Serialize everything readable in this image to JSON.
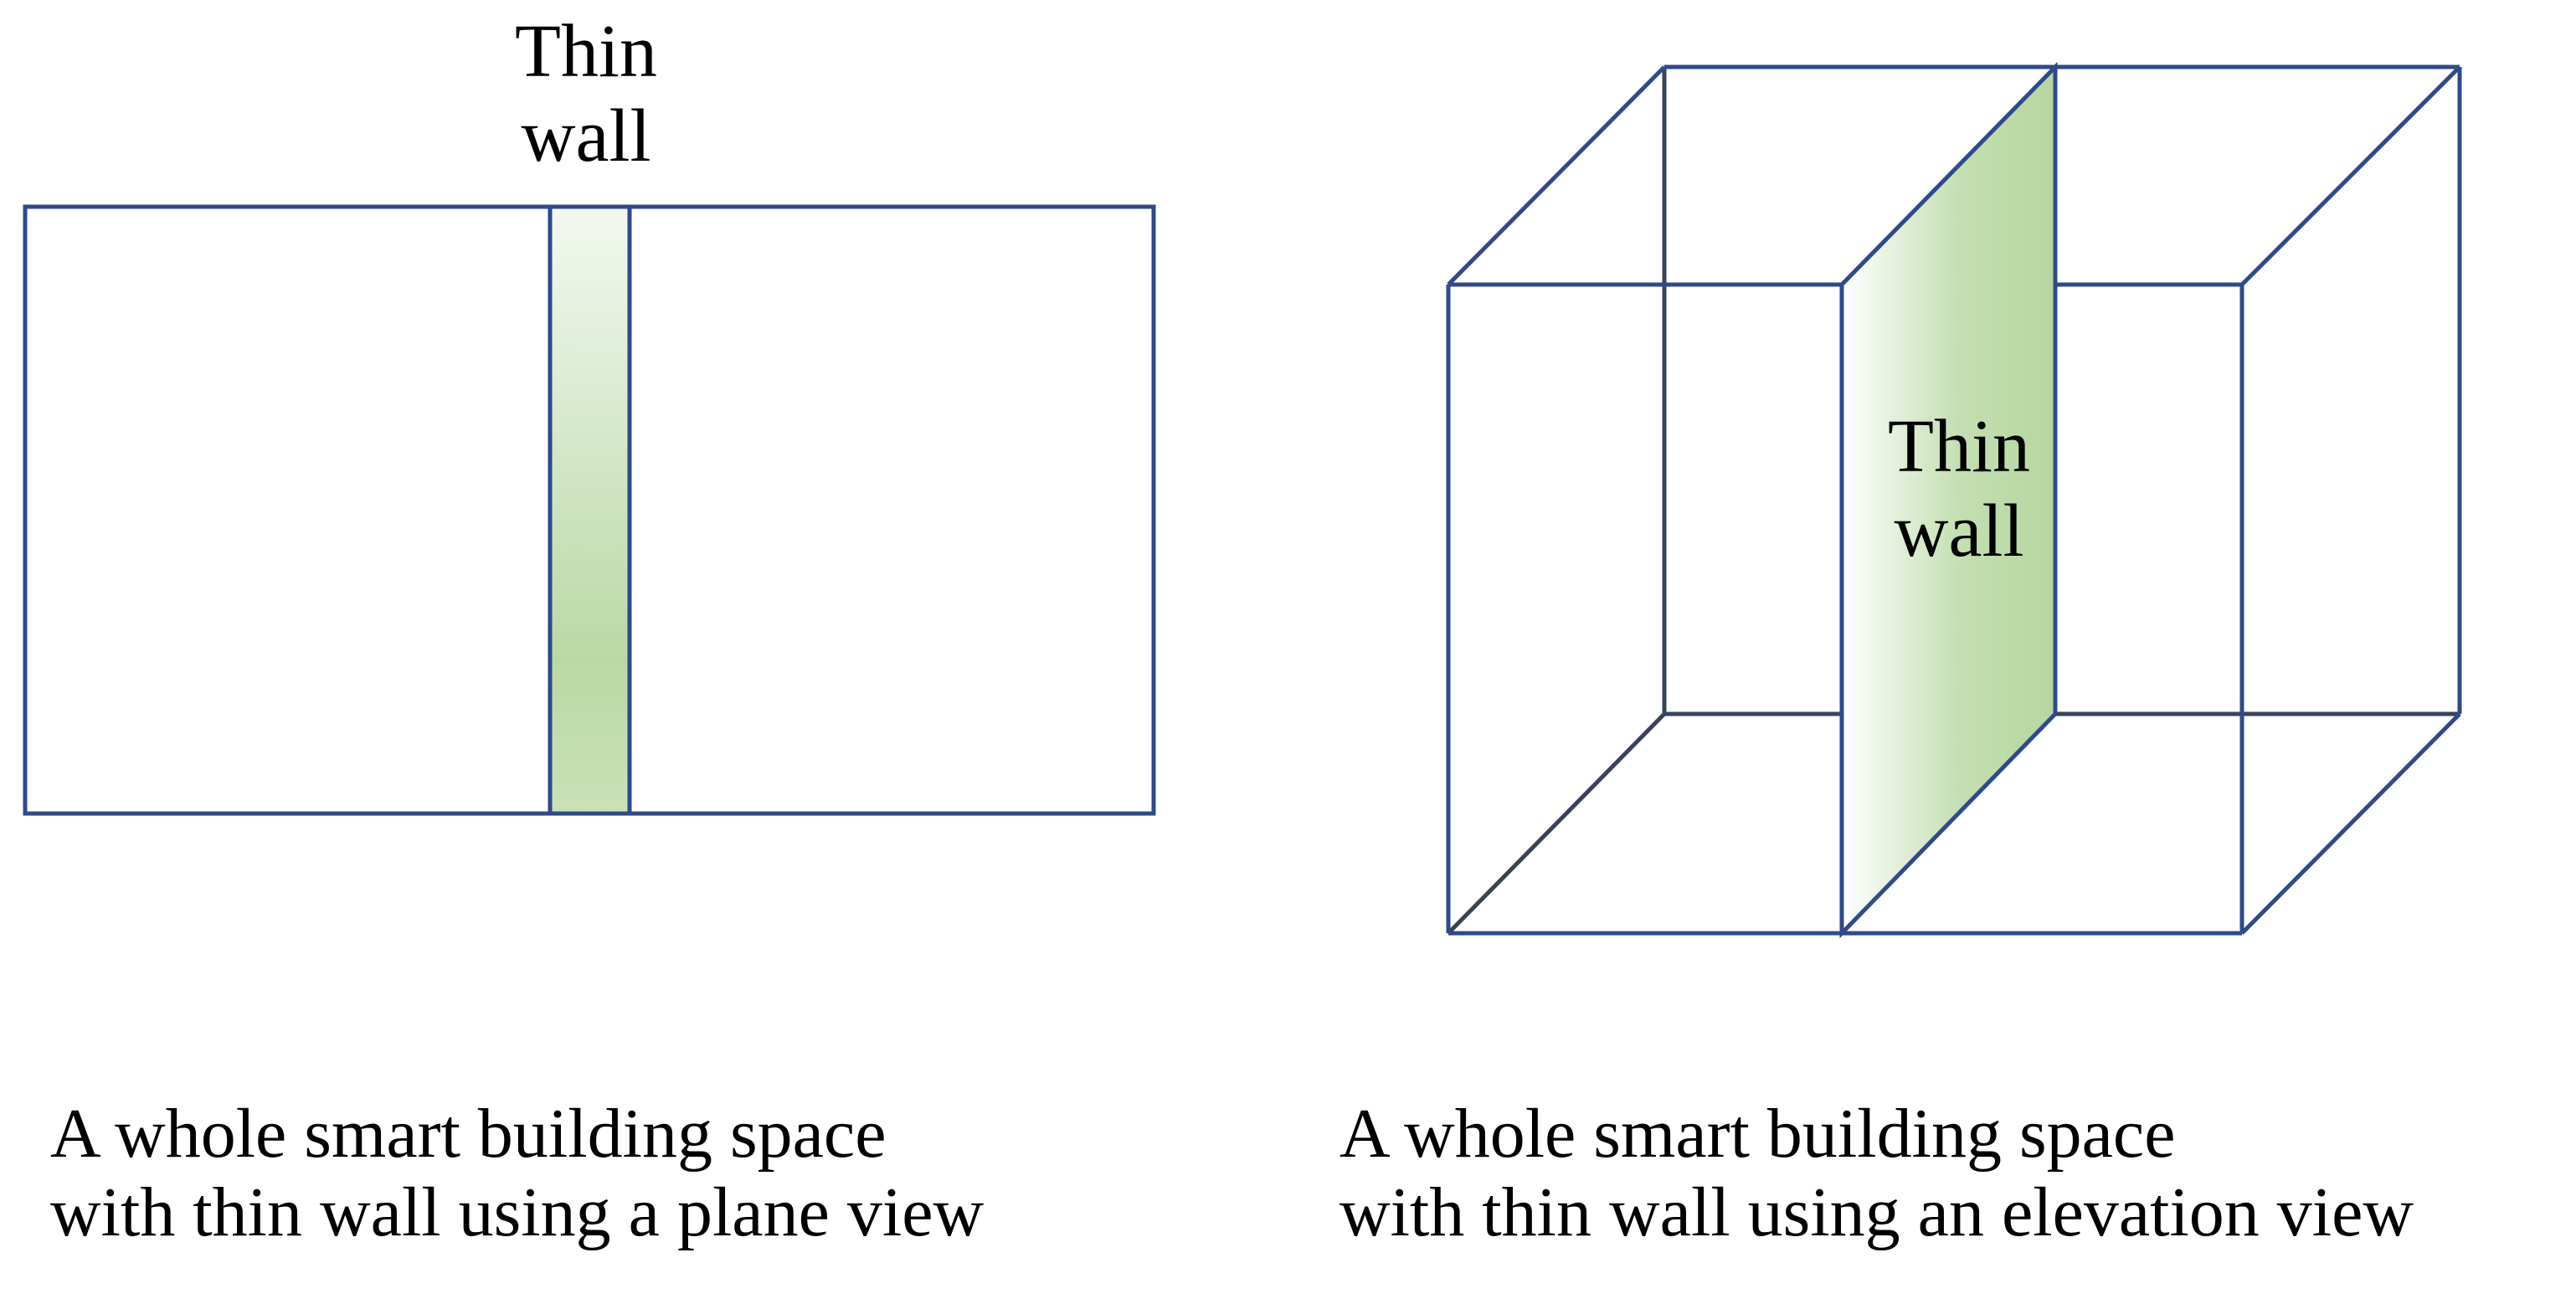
{
  "colors": {
    "outline": "#2f4a8a",
    "back_edges": "#374456",
    "wall_green": "#b8d9a4",
    "wall_light": "#f2f8ef"
  },
  "plane_view": {
    "wall_label_line1": "Thin",
    "wall_label_line2": "wall",
    "caption_line1": "A whole smart building space",
    "caption_line2": "with thin wall using a plane view"
  },
  "elevation_view": {
    "wall_label_line1": "Thin",
    "wall_label_line2": "wall",
    "caption_line1": "A whole smart building space",
    "caption_line2": "with thin wall using an elevation view"
  }
}
